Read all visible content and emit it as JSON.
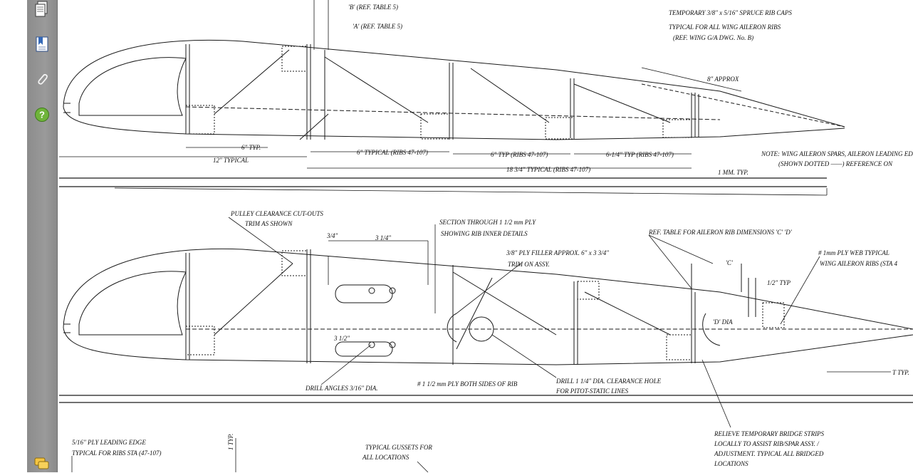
{
  "sidebar": {
    "buttons": [
      {
        "name": "pages",
        "icon": "pages-icon"
      },
      {
        "name": "bookmarks",
        "icon": "bookmark-icon"
      },
      {
        "name": "attachments",
        "icon": "paperclip-icon"
      },
      {
        "name": "help",
        "icon": "help-icon",
        "glyph": "?"
      }
    ],
    "comments_icon": "comments-icon",
    "accent": "#6fb43a"
  },
  "drawing": {
    "top_rib": {
      "ref_b": "'B' (REF. TABLE 5)",
      "ref_a": "'A' (REF. TABLE 5)",
      "caps_line1": "TEMPORARY 3/8\" x 5/16\" SPRUCE RIB CAPS",
      "caps_line2": "TYPICAL FOR ALL WING AILERON RIBS",
      "caps_line3": "(REF. WING G/A DWG. No. B)",
      "approx": "8\" APPROX",
      "dim_6typ": "6\" TYP.",
      "dim_12typ": "12\" TYPICAL",
      "dim_6typical": "6\" TYPICAL (RIBS 47-107)",
      "dim_6typ2": "6\" TYP (RIBS 47-107)",
      "dim_6_1_4": "6-1/4\" TYP (RIBS 47-107)",
      "dim_18": "18 3/4\" TYPICAL (RIBS 47-107)",
      "dim_1mm": "1 MM. TYP.",
      "note_line1": "NOTE: WING AILERON SPARS, AILERON LEADING EDGE",
      "note_line2": "(SHOWN DOTTED ——) REFERENCE ON"
    },
    "bottom_rib": {
      "pulley_line1": "PULLEY CLEARANCE CUT-OUTS",
      "pulley_line2": "TRIM AS SHOWN",
      "section_line1": "SECTION THROUGH 1 1/2 mm PLY",
      "section_line2": "SHOWING RIB INNER DETAILS",
      "filler_line1": "3/8\" PLY FILLER APPROX. 6\" x 3 3/4\"",
      "filler_line2": "TRIM ON ASSY.",
      "ref_table_cd": "REF. TABLE FOR AILERON RIB DIMENSIONS 'C' 'D'",
      "web_line1": "# 1mm PLY WEB TYPICAL",
      "web_line2": "WING AILERON RIBS (STA 4",
      "dim_c": "'C'",
      "dim_d": "'D' DIA",
      "dim_half_typ": "1/2\" TYP",
      "dim_3_1_4": "3 1/4\"",
      "dim_3_4": "3/4\"",
      "dim_3_5": "3 1/2\"",
      "drill_angles": "DRILL ANGLES 3/16\" DIA.",
      "ply_both": "# 1 1/2 mm PLY BOTH SIDES OF RIB",
      "drill_line1": "DRILL 1 1/4\" DIA. CLEARANCE HOLE",
      "drill_line2": "FOR PITOT-STATIC LINES",
      "t_typ": "T TYP."
    },
    "footer": {
      "le_line1": "5/16\" PLY LEADING EDGE",
      "le_line2": "TYPICAL FOR RIBS STA (47-107)",
      "gussets_line1": "TYPICAL GUSSETS FOR",
      "gussets_line2": "ALL LOCATIONS",
      "relieve_line1": "RELIEVE TEMPORARY BRIDGE STRIPS",
      "relieve_line2": "LOCALLY TO ASSIST RIB/SPAR ASSY. /",
      "relieve_line3": "ADJUSTMENT. TYPICAL ALL BRIDGED",
      "relieve_line4": "LOCATIONS",
      "side_typ": "1 TYP."
    }
  }
}
